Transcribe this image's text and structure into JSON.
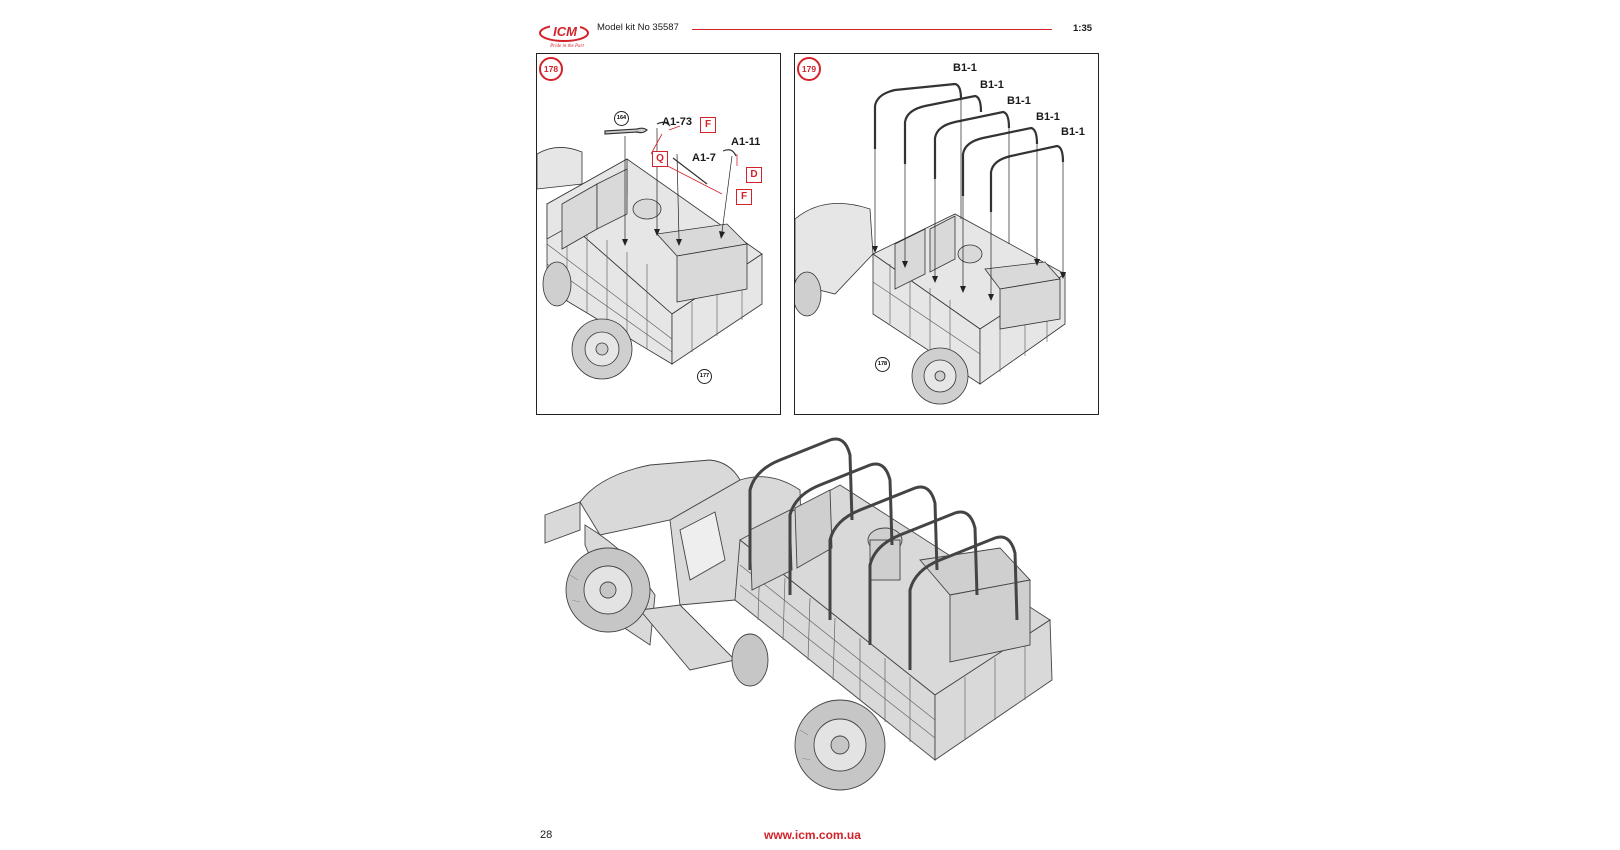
{
  "header": {
    "brand": "ICM",
    "tagline": "Pride in the Part",
    "title": "Model kit No 35587",
    "scale": "1:35"
  },
  "step178": {
    "number": "178",
    "ref": "164",
    "ref_bottom": "177",
    "parts": {
      "a173": "A1-73",
      "a17": "A1-7",
      "a111": "A1-11"
    },
    "tags": {
      "f_top": "F",
      "q": "Q",
      "f_bottom": "F",
      "d": "D"
    }
  },
  "step179": {
    "number": "179",
    "ref_bottom": "178",
    "parts": [
      "B1-1",
      "B1-1",
      "B1-1",
      "B1-1",
      "B1-1"
    ]
  },
  "footer": {
    "page": "28",
    "url": "www.icm.com.ua"
  },
  "colors": {
    "accent": "#d3232a",
    "model_fill": "#d9d9d9",
    "line": "#333333"
  }
}
